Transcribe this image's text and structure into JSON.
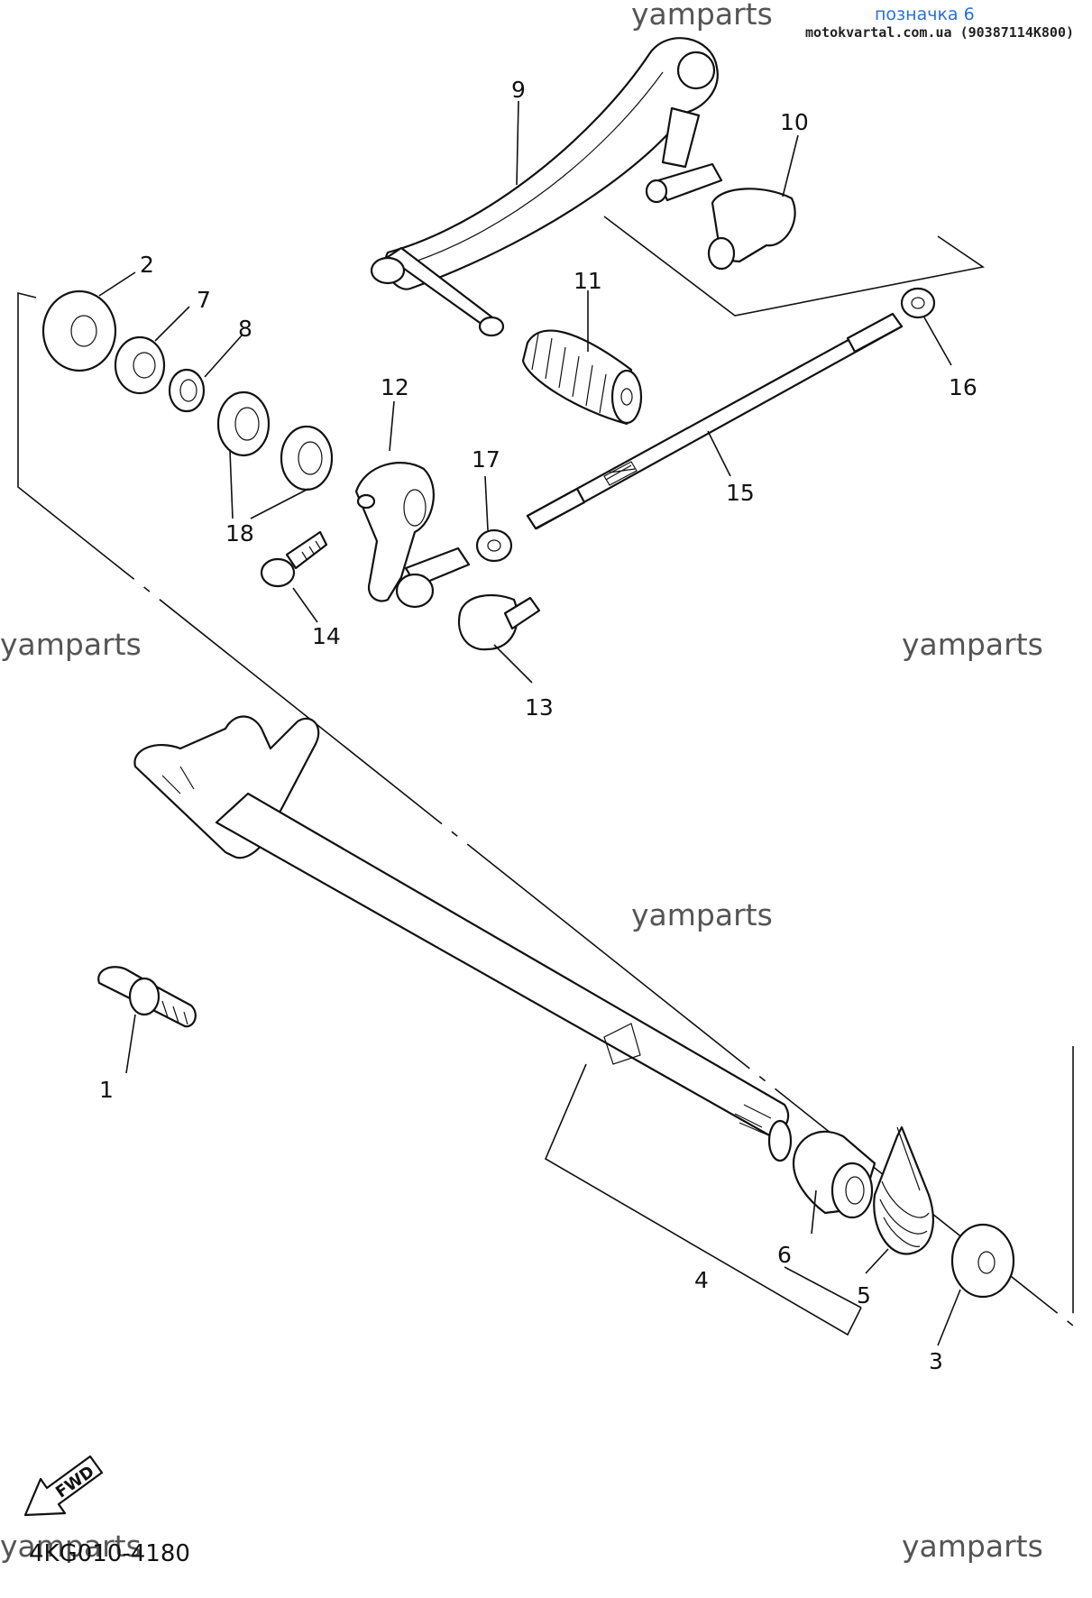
{
  "header": {
    "link_text": "позначка 6",
    "site_text": "motokvartal.com.ua (90387114K800)"
  },
  "watermarks": [
    "yamparts",
    "yamparts",
    "yamparts",
    "yamparts",
    "yamparts",
    "yamparts"
  ],
  "diagram_code": "4KG010-4180",
  "fwd_label": "FWD",
  "callouts": {
    "c1": "1",
    "c2": "2",
    "c3": "3",
    "c4": "4",
    "c5": "5",
    "c6": "6",
    "c7": "7",
    "c8": "8",
    "c9": "9",
    "c10": "10",
    "c11": "11",
    "c12": "12",
    "c13": "13",
    "c14": "14",
    "c15": "15",
    "c16": "16",
    "c17": "17",
    "c18": "18"
  }
}
